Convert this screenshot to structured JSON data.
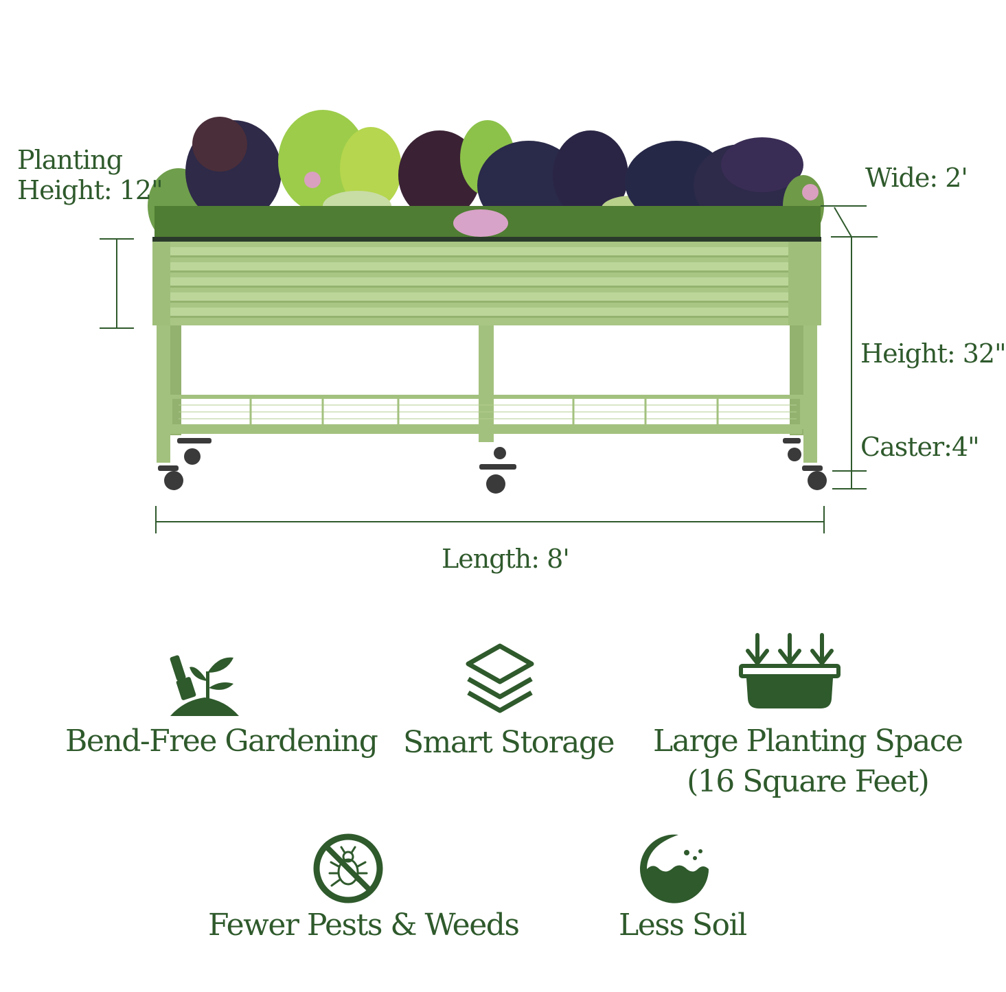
{
  "dimensions": {
    "planting_height_line1": "Planting",
    "planting_height_line2": "Height: 12\"",
    "wide": "Wide: 2'",
    "height": "Height: 32\"",
    "caster": "Caster:4\"",
    "length": "Length: 8'"
  },
  "features": {
    "bend_free": {
      "label": "Bend-Free Gardening",
      "icon": "gardening-tools-icon"
    },
    "smart_storage": {
      "label": "Smart Storage",
      "icon": "stacked-layers-icon"
    },
    "large_space": {
      "label_line1": "Large Planting Space",
      "label_line2": "(16 Square Feet)",
      "icon": "planter-box-icon"
    },
    "fewer_pests": {
      "label": "Fewer Pests & Weeds",
      "icon": "no-bug-icon"
    },
    "less_soil": {
      "label": "Less Soil",
      "icon": "soil-icon"
    }
  },
  "colors": {
    "text": "#2f5a2c",
    "icon": "#2f5a2c",
    "planter": "#a9c685",
    "planter_dark": "#8fb06b",
    "lines": "#2f5a2c"
  }
}
